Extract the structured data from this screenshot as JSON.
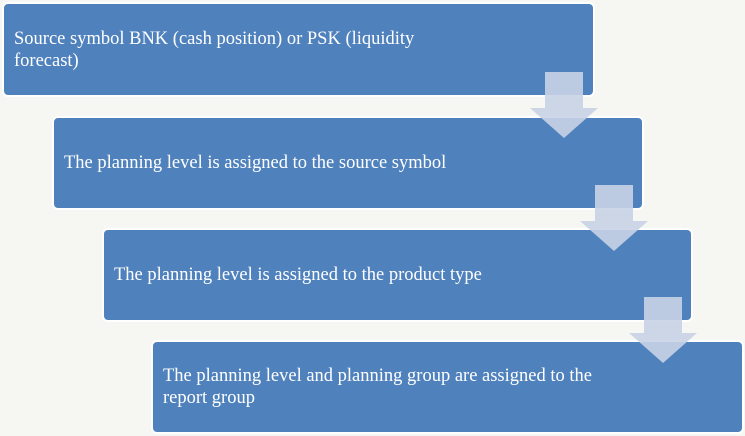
{
  "steps": [
    {
      "text": "Source symbol BNK (cash position) or PSK (liquidity forecast)"
    },
    {
      "text": "The planning level is assigned to the source symbol"
    },
    {
      "text": "The planning level is assigned to the product type"
    },
    {
      "text": "The planning level and planning group are assigned to the report group"
    }
  ],
  "colors": {
    "box": "#4f81bd",
    "arrow": "#c9d3e6",
    "background": "#f6f6f2"
  }
}
